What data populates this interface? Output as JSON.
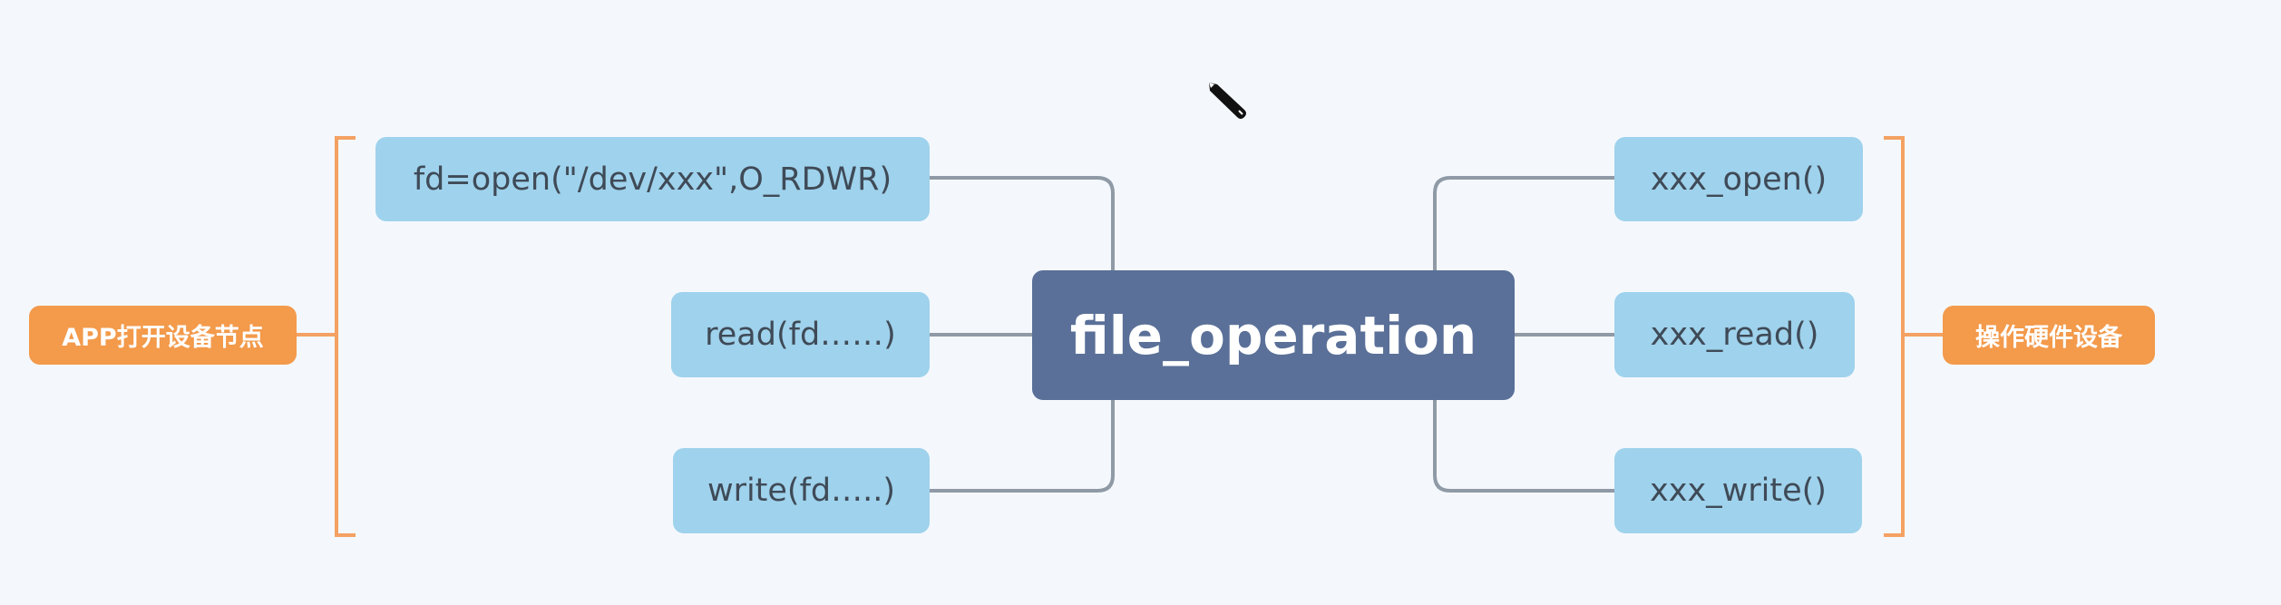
{
  "center": {
    "label": "file_operation"
  },
  "left_nodes": [
    {
      "label": "fd=open(\"/dev/xxx\",O_RDWR)"
    },
    {
      "label": "read(fd……)"
    },
    {
      "label": "write(fd…..)"
    }
  ],
  "right_nodes": [
    {
      "label": "xxx_open()"
    },
    {
      "label": "xxx_read()"
    },
    {
      "label": "xxx_write()"
    }
  ],
  "left_tag": {
    "label": "APP打开设备节点"
  },
  "right_tag": {
    "label": "操作硬件设备"
  },
  "colors": {
    "background": "#f4f8fd",
    "center_fill": "#5a7098",
    "node_fill": "#9fd2ec",
    "tag_fill": "#f39a4b",
    "bracket": "#f4a163",
    "connector": "#8f9aa6"
  },
  "icons": {
    "cursor": "pen-cursor-icon"
  }
}
